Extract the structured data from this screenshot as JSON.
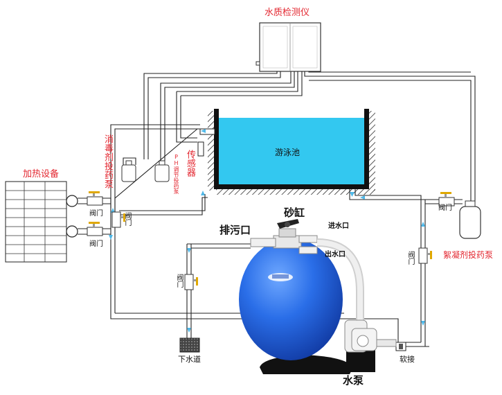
{
  "labels": {
    "water_quality_monitor": "水质检测仪",
    "pool": "游泳池",
    "heating_equipment": "加热设备",
    "disinfectant_pump": "消毒剂投药泵",
    "ph_pump": "PH调节投药泵",
    "sensor": "传感器",
    "valve": "阀门",
    "sand_filter": "砂缸",
    "drain_outlet": "排污口",
    "water_inlet": "进水口",
    "water_outlet": "出水口",
    "sewer": "下水道",
    "water_pump": "水泵",
    "soft_joint": "软接",
    "flocculant_pump": "絮凝剂投药泵"
  },
  "colors": {
    "label_red": "#e3262f",
    "pool_water": "#33c8f0",
    "filter_blue": "#1f5fd6",
    "pipe_outline": "#222222",
    "flow_arrow": "#4fb8e8",
    "valve_handle": "#e0a800"
  }
}
